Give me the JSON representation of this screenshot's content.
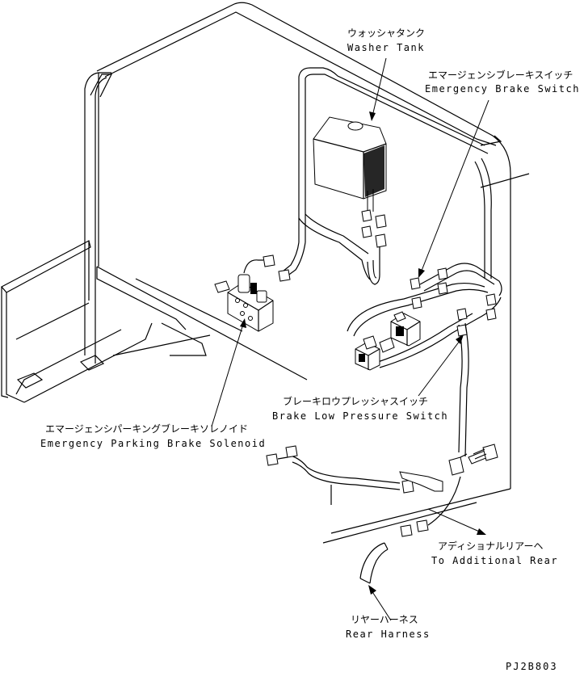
{
  "labels": {
    "washer_tank": {
      "jp": "ウォッシャタンク",
      "en": "Washer Tank"
    },
    "emergency_brake_switch": {
      "jp": "エマージェンシブレーキスイッチ",
      "en": "Emergency Brake Switch"
    },
    "brake_low_pressure_switch": {
      "jp": "ブレーキロウプレッシャスイッチ",
      "en": "Brake Low Pressure Switch"
    },
    "emergency_parking_brake_solenoid": {
      "jp": "エマージェンシパーキングブレーキソレノイド",
      "en": "Emergency Parking Brake Solenoid"
    },
    "to_additional_rear": {
      "jp": "アディショナルリアーヘ",
      "en": "To Additional Rear"
    },
    "rear_harness": {
      "jp": "リヤーハーネス",
      "en": "Rear Harness"
    }
  },
  "drawing_number": "PJ2B803"
}
